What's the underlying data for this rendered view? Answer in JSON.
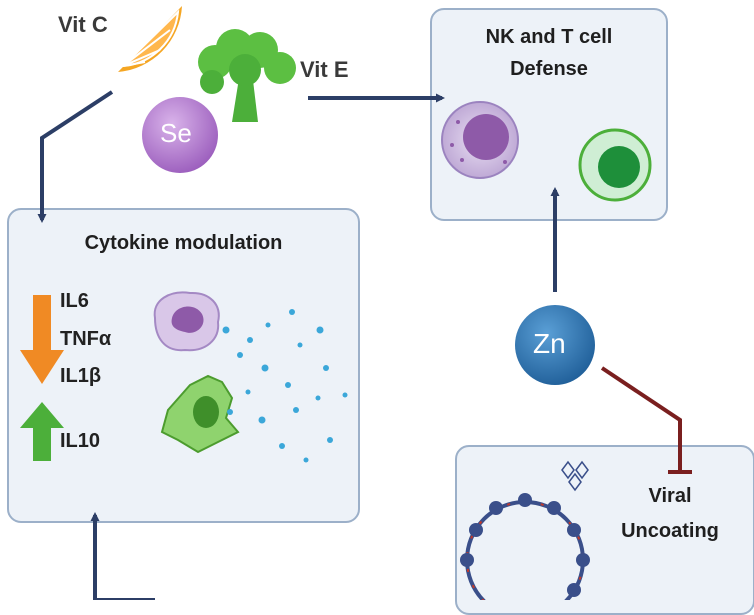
{
  "nutrients": {
    "vit_c": "Vit C",
    "vit_e": "Vit E",
    "se": "Se",
    "zn": "Zn"
  },
  "nk_box": {
    "title_line1": "NK and T cell",
    "title_line2": "Defense"
  },
  "cytokine_box": {
    "title": "Cytokine modulation",
    "decreased": [
      "IL6",
      "TNFα",
      "IL1β"
    ],
    "increased": [
      "IL10"
    ]
  },
  "viral_box": {
    "line1": "Viral",
    "line2": "Uncoating"
  },
  "colors": {
    "arrow": "#2c3e66",
    "inhibit": "#7a1f1f",
    "down_arrow": "#f08a24",
    "up_arrow": "#4caf3a",
    "box_bg": "#edf2f8",
    "box_border": "#9cb0c9",
    "zn": "#2c6fae",
    "se": "#a86cc4"
  }
}
